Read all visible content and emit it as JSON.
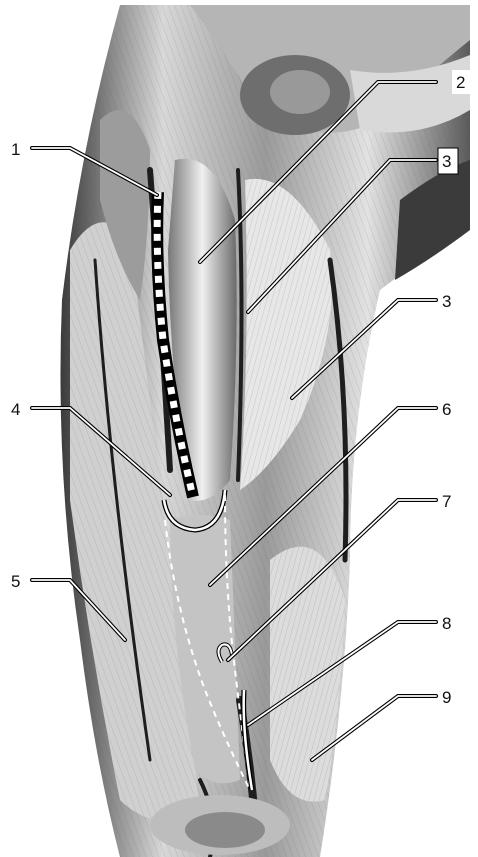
{
  "labels": {
    "l1": "1",
    "l2": "2",
    "l3a": "3",
    "l3b": "3",
    "l4": "4",
    "l5": "5",
    "l6": "6",
    "l7": "7",
    "l8": "8",
    "l9": "9"
  }
}
